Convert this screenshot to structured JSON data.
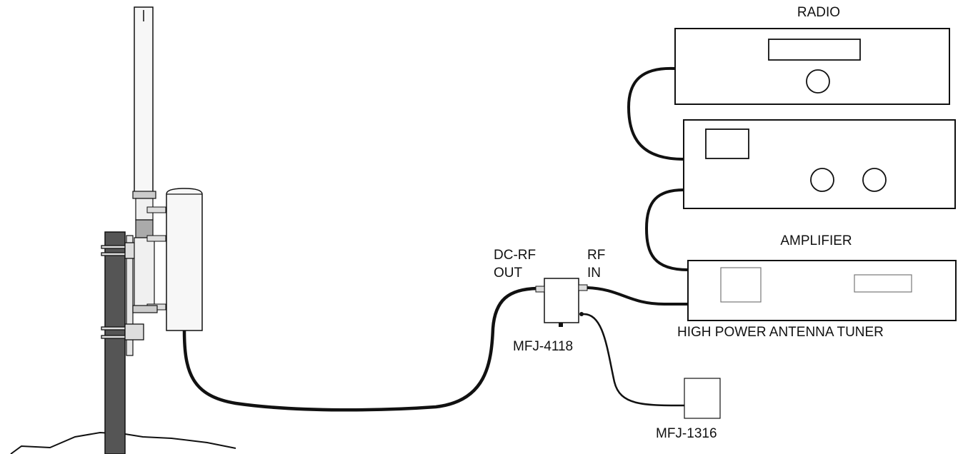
{
  "labels": {
    "radio": "RADIO",
    "amplifier": "AMPLIFIER",
    "tuner": "HIGH POWER ANTENNA TUNER",
    "dc_rf_line1": "DC-RF",
    "dc_rf_line2": "OUT",
    "rf_in_line1": "RF",
    "rf_in_line2": "IN",
    "mfj4118": "MFJ-4118",
    "mfj1316": "MFJ-1316"
  },
  "colors": {
    "line": "#111111",
    "mast": "#555555",
    "antenna_body": "#f7f7f7",
    "box_fill": "#ffffff"
  }
}
